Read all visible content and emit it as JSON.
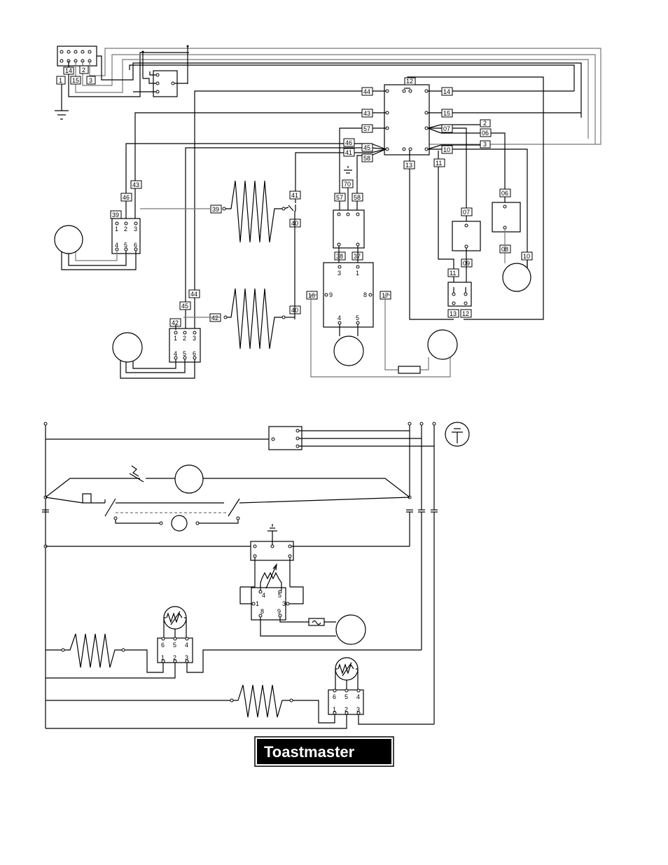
{
  "upper_labels": {
    "w14a": "14",
    "w2a": "2",
    "w1": "1",
    "w15a": "15",
    "w3a": "3",
    "w12": "12",
    "w44": "44",
    "w14": "14",
    "w43": "43",
    "w15": "15",
    "w57": "57",
    "w07": "07",
    "w2": "2",
    "w06": "06",
    "w3": "3",
    "w46": "46",
    "w45": "45",
    "w41": "41",
    "w58": "58",
    "w10": "10",
    "w13": "13",
    "w11": "11",
    "w70": "70",
    "w57b": "57",
    "w58b": "58",
    "w06b": "06",
    "w07b": "07",
    "w46b": "46",
    "w43b": "43",
    "w39": "39",
    "w39b": "39",
    "w41b": "41",
    "w40": "40",
    "w38": "38",
    "w37": "37",
    "w08": "08",
    "w09": "09",
    "w10b": "10",
    "w11b": "11",
    "w16": "16",
    "w17": "17",
    "w13b": "13",
    "w12b": "12",
    "w44b": "44",
    "w45b": "45",
    "w42": "42",
    "w42b": "42",
    "w40b": "40"
  },
  "terminals": {
    "t1": "1",
    "t2": "2",
    "t3": "3",
    "t4": "4",
    "t5": "5",
    "t6": "6",
    "t8": "8",
    "t9": "9"
  },
  "brand": {
    "name": "Toastmaster",
    "mark": "®"
  }
}
